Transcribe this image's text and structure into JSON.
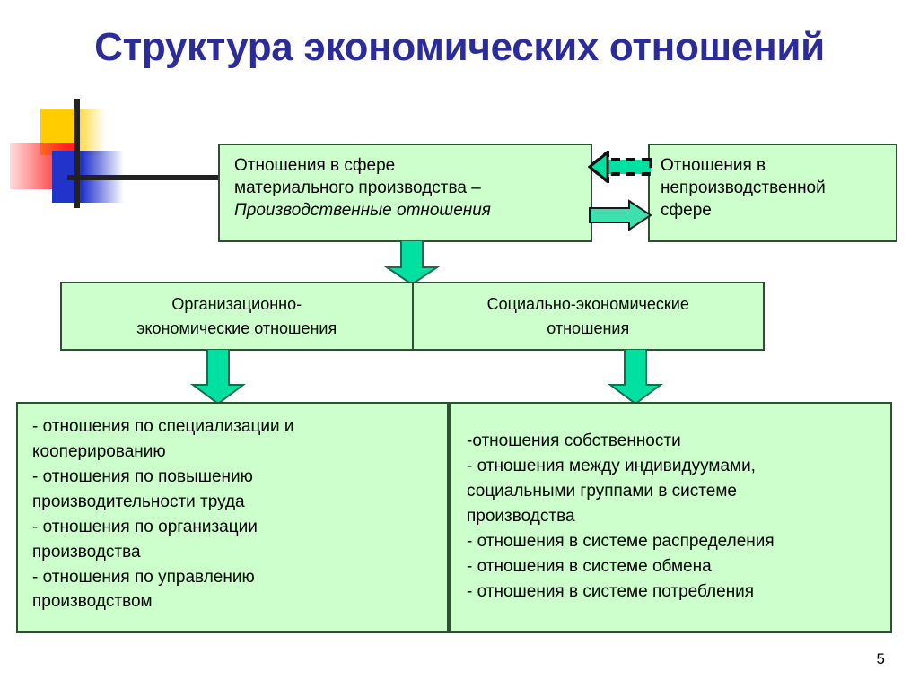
{
  "slide": {
    "title": "Структура экономических отношений",
    "page_number": "5",
    "colors": {
      "title": "#2b2b9c",
      "box_fill": "#ccffcc",
      "box_border": "#2f4f32",
      "arrow_fill": "#00e0a0",
      "arrow_stroke": "#1a1a1a",
      "deco_yellow": "#ffcc00",
      "deco_red": "#ff2222",
      "deco_blue": "#2233cc",
      "cross_line": "#222222"
    }
  },
  "boxes": {
    "material_production": {
      "lines": [
        "Отношения в сфере",
        "материального производства –",
        "Производственные отношения"
      ]
    },
    "nonproduction_sphere": {
      "lines": [
        "Отношения в",
        "непроизводственной",
        "сфере"
      ]
    },
    "organizational_economic": {
      "lines": [
        "Организационно-",
        "экономические отношения"
      ]
    },
    "social_economic": {
      "lines": [
        "Социально-экономические",
        "отношения"
      ]
    },
    "organizational_list": {
      "lines": [
        "- отношения по специализации и",
        "кооперированию",
        "- отношения по повышению",
        "производительности труда",
        "- отношения по организации",
        "производства",
        "- отношения по управлению",
        "производством"
      ]
    },
    "social_list": {
      "lines": [
        "-отношения собственности",
        "- отношения между индивидуумами,",
        "социальными группами в системе",
        "производства",
        "- отношения в системе распределения",
        "- отношения в системе обмена",
        "- отношения в системе потребления"
      ]
    }
  },
  "arrows": {
    "down_main": "arrow-down-icon",
    "down_left": "arrow-down-icon",
    "down_right": "arrow-down-icon",
    "left_dashed": "arrow-left-dashed-icon",
    "right_solid": "arrow-right-icon"
  }
}
